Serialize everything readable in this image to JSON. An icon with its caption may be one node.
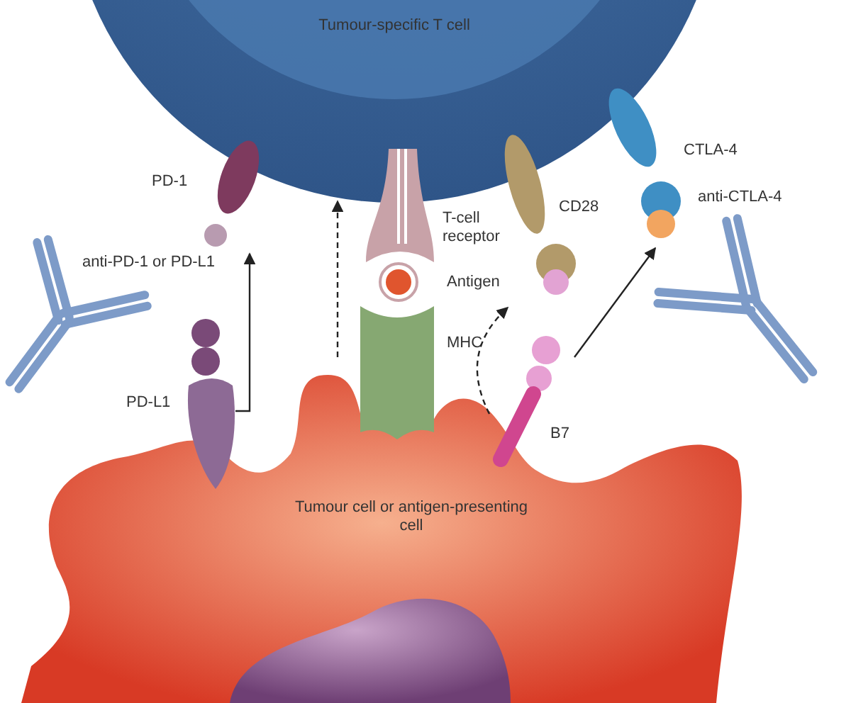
{
  "diagram": {
    "nodes": [
      {
        "text": [
          "Tumour-specific T cell"
        ]
      },
      {
        "text": [
          "PD-1"
        ]
      },
      {
        "text": [
          "PD-L1"
        ]
      },
      {
        "text": [
          "anti-PD-1 or PD-L1"
        ]
      },
      {
        "text": [
          "T-cell receptor"
        ]
      },
      {
        "text": [
          "Antigen"
        ]
      },
      {
        "text": [
          "MHC"
        ]
      },
      {
        "text": [
          "CD28"
        ]
      },
      {
        "text": [
          "CTLA-4"
        ]
      },
      {
        "text": [
          "anti-CTLA-4"
        ]
      },
      {
        "text": [
          "B7"
        ]
      },
      {
        "text": [
          "Tumour cell or antigen-presenting cell"
        ]
      }
    ],
    "edges": [
      {
        "from": 2,
        "to": 1,
        "arrow": "to"
      },
      {
        "from": null,
        "to": 0,
        "arrow": "to",
        "style": "dashed"
      },
      {
        "from": 10,
        "to": 7,
        "arrow": "to",
        "style": "dashed"
      },
      {
        "from": 10,
        "to": 8,
        "arrow": "to"
      }
    ]
  }
}
